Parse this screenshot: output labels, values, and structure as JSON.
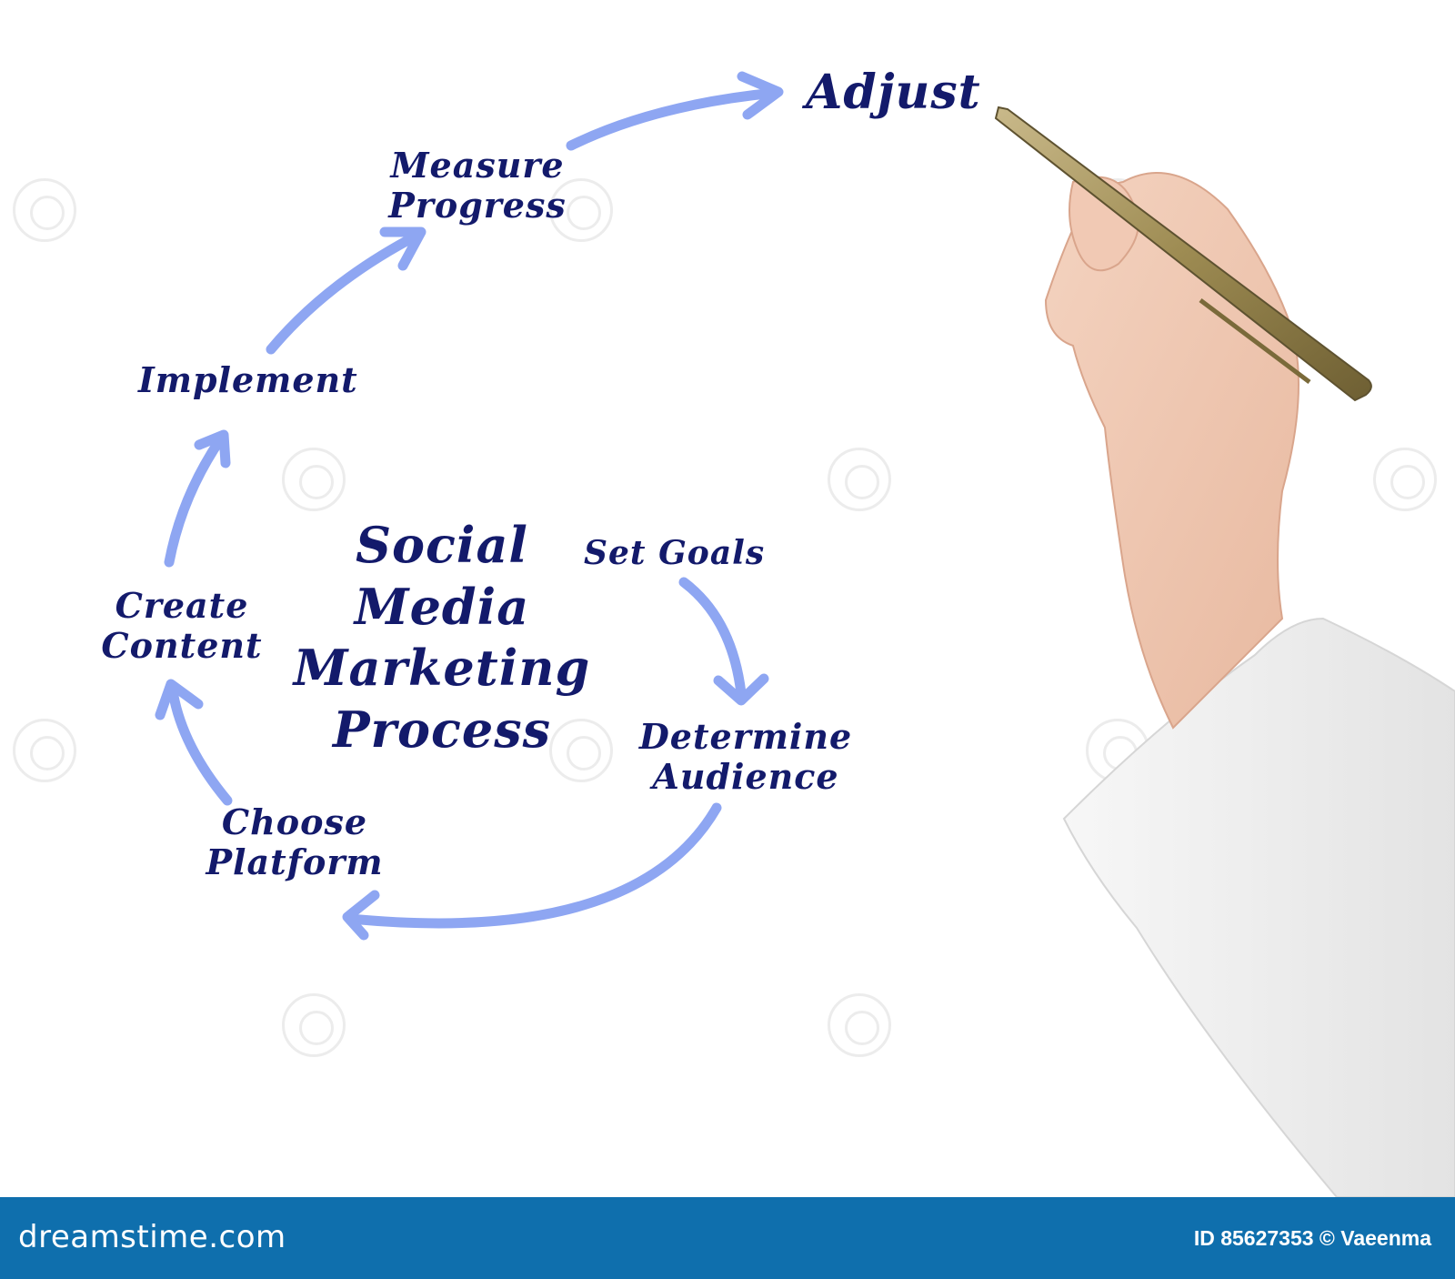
{
  "diagram": {
    "title_lines": [
      "Social",
      "Media",
      "Marketing",
      "Process"
    ],
    "steps": {
      "set_goals": [
        "Set Goals"
      ],
      "determine_audience": [
        "Determine",
        "Audience"
      ],
      "choose_platform": [
        "Choose",
        "Platform"
      ],
      "create_content": [
        "Create",
        "Content"
      ],
      "implement": [
        "Implement"
      ],
      "measure_progress": [
        "Measure",
        "Progress"
      ],
      "adjust": [
        "Adjust"
      ]
    },
    "arrow_color": "#8ea6f2",
    "text_color": "#131a6b"
  },
  "footer": {
    "brand": "dreamstime.com",
    "credit": "ID 85627353 © Vaeenma",
    "background": "#0f6fad"
  },
  "watermark": "dreamstime"
}
